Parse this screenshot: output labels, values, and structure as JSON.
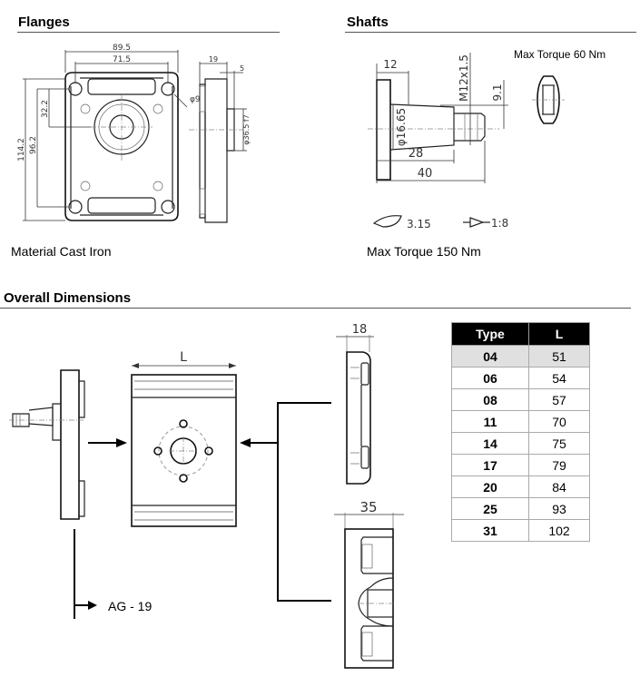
{
  "sections": {
    "flanges": {
      "title": "Flanges",
      "caption": "Material Cast Iron",
      "drawing": {
        "overall_width": "89.5",
        "bolt_spacing": "71.5",
        "height_overall": "114.2",
        "height_bolt": "96.2",
        "center_offset": "32.2",
        "hole_diameter": "φ9",
        "thickness": "19",
        "spigot_depth": "5",
        "spigot_diameter": "φ36.5 f7"
      }
    },
    "shafts": {
      "title": "Shafts",
      "top_caption": "Max Torque 60 Nm",
      "caption": "Max Torque 150 Nm",
      "drawing": {
        "collar_length": "12",
        "diameter": "φ16.65",
        "thread": "M12x1.5",
        "thread_offset": "9.1",
        "taper_length": "28",
        "total_length": "40",
        "surface_finish": "3.15",
        "taper_ratio": "1:8"
      }
    },
    "overall": {
      "title": "Overall Dimensions",
      "body_label": "L",
      "rear_cover_width": "18",
      "rear_cover_ported_width": "35",
      "flange_ref_label": "AG - 19"
    }
  },
  "dimension_table": {
    "headers": [
      "Type",
      "L"
    ],
    "rows": [
      {
        "type": "04",
        "L": "51"
      },
      {
        "type": "06",
        "L": "54"
      },
      {
        "type": "08",
        "L": "57"
      },
      {
        "type": "11",
        "L": "70"
      },
      {
        "type": "14",
        "L": "75"
      },
      {
        "type": "17",
        "L": "79"
      },
      {
        "type": "20",
        "L": "84"
      },
      {
        "type": "25",
        "L": "93"
      },
      {
        "type": "31",
        "L": "102"
      }
    ],
    "highlighted_row": "04",
    "colors": {
      "header_bg": "#000000",
      "header_text": "#ffffff",
      "highlight_bg": "#e0e0e0"
    }
  }
}
